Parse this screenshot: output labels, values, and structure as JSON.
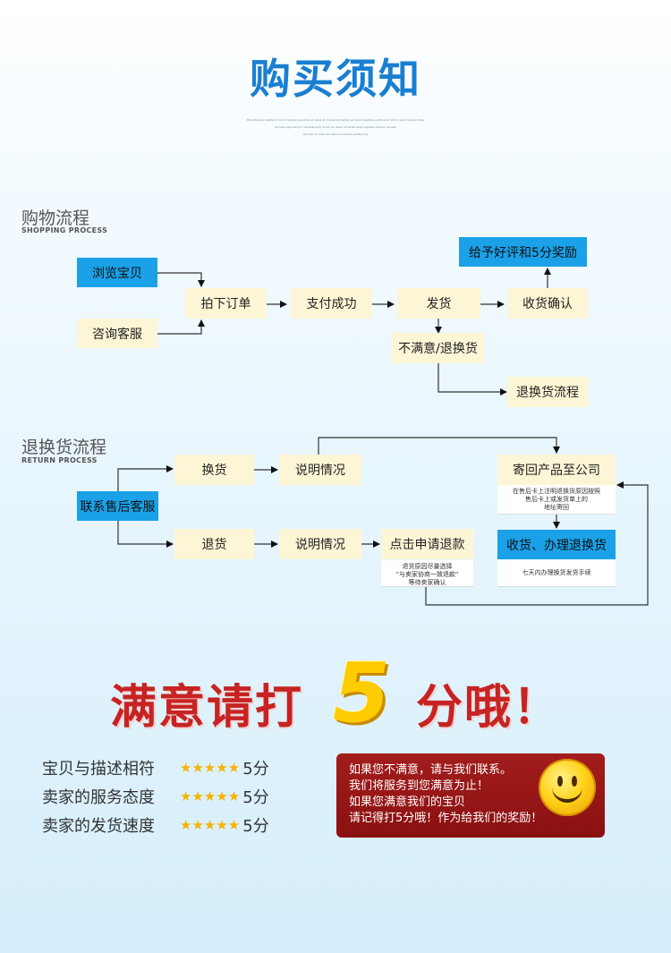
{
  "header": {
    "title": "购买须知",
    "fine_print": [
      "Pellentesque habitant morbi tristique senectus et netus et malesuada fames ac turpis egestas vestibulum tortor quam feugiat vitae",
      "ultricies eget tempor sit amet ante donec eu libero sit amet quam egestas semper aenean",
      "ultricies mi vitae est mauris placerat eleifend leo"
    ]
  },
  "shopping": {
    "title_cn": "购物流程",
    "title_en": "SHOPPING PROCESS",
    "browse": "浏览宝贝",
    "consult": "咨询客服",
    "order": "拍下订单",
    "pay": "支付成功",
    "ship": "发货",
    "confirm": "收货确认",
    "review": "给予好评和5分奖励",
    "unhappy": "不满意/退换货",
    "return_flow": "退换货流程"
  },
  "returns": {
    "title_cn": "退换货流程",
    "title_en": "RETURN PROCESS",
    "contact": "联系售后客服",
    "exchange": "换货",
    "refund": "退货",
    "explain1": "说明情况",
    "explain2": "说明情况",
    "apply": "点击申请退款",
    "apply_note": [
      "退货原因尽量选择",
      "\"与卖家协商一致退款\"",
      "等待卖家确认"
    ],
    "send_back": "寄回产品至公司",
    "send_note": [
      "在售后卡上注明退换货原因按照",
      "售后卡上或发货单上的",
      "地址寄回"
    ],
    "receive": "收货、办理退换货",
    "receive_note": "七天内办理换货发货手续"
  },
  "banner": {
    "part1": "满意请打",
    "number": "5",
    "part2": "分哦！"
  },
  "ratings": [
    {
      "label": "宝贝与描述相符",
      "stars": "★★★★★",
      "score": "5分"
    },
    {
      "label": "卖家的服务态度",
      "stars": "★★★★★",
      "score": "5分"
    },
    {
      "label": "卖家的发货速度",
      "stars": "★★★★★",
      "score": "5分"
    }
  ],
  "panel": {
    "lines": [
      "如果您不满意，请与我们联系。",
      "我们将服务到您满意为止！",
      "如果您满意我们的宝贝",
      "请记得打5分哦！作为给我们的奖励！"
    ]
  },
  "colors": {
    "accent_blue": "#1aa1e8",
    "box_fill": "#fdf6d6",
    "banner_red": "#c72323",
    "panel_red": "#8a1010",
    "star": "#f5b400"
  }
}
